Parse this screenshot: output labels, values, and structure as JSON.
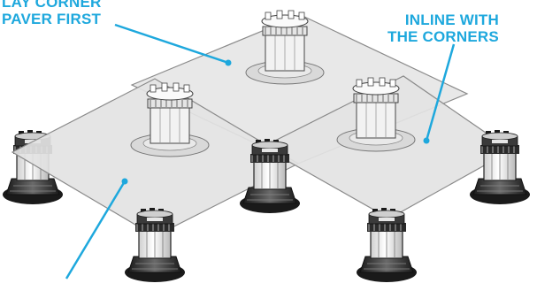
{
  "accent_color": "#1ea8dd",
  "callouts": {
    "corner": {
      "line1": "LAY CORNER",
      "line2": "PAVER FIRST"
    },
    "inline": {
      "line1": "INLINE WITH",
      "line2": "THE CORNERS"
    }
  },
  "icons": [
    "paver-slab",
    "pedestal-support",
    "callout-pointer"
  ]
}
